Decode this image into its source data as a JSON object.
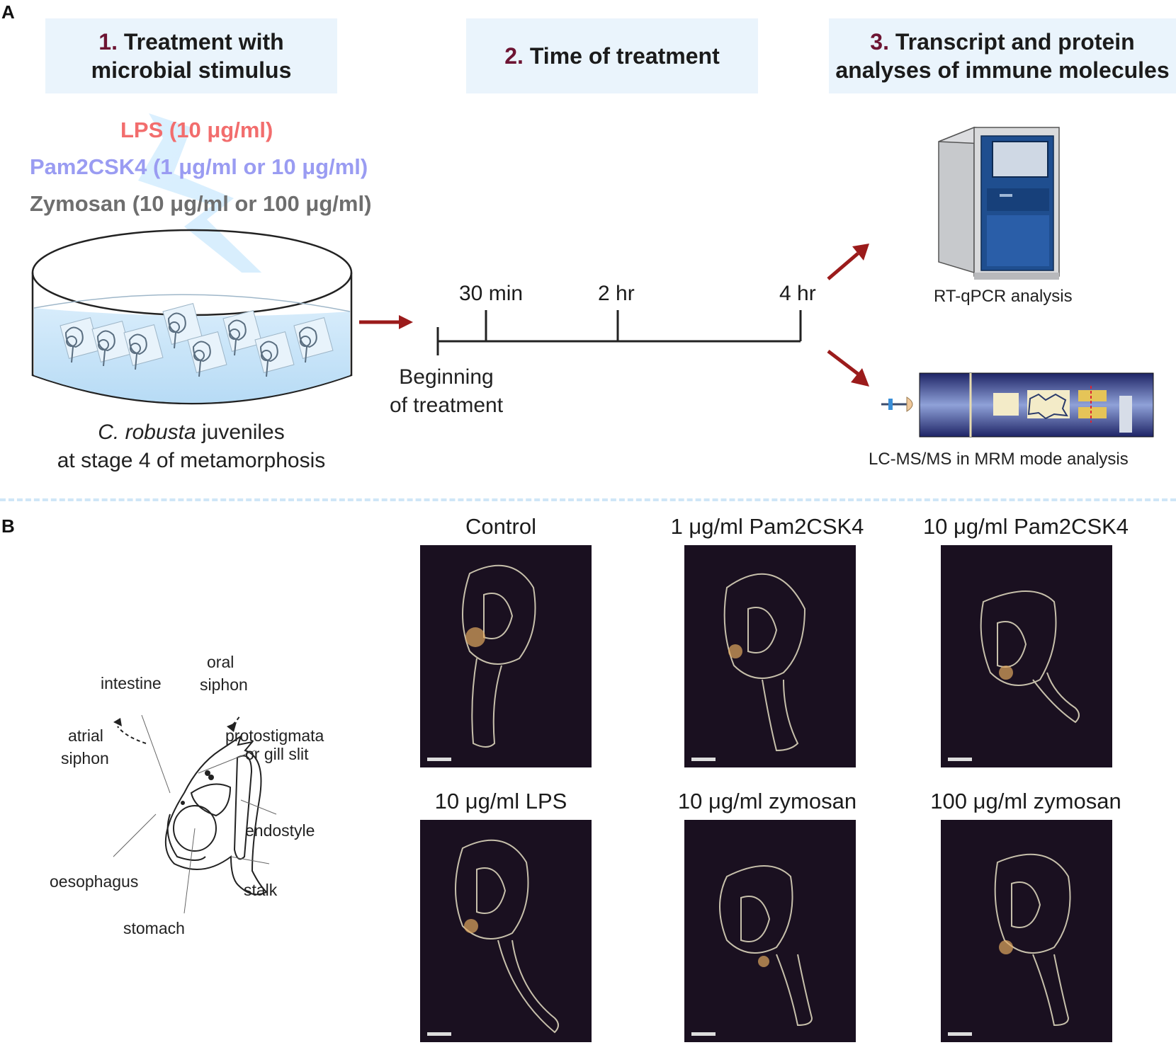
{
  "panels": {
    "a": "A",
    "b": "B"
  },
  "steps": [
    {
      "num": "1.",
      "text_line1": "Treatment with",
      "text_line2": "microbial stimulus"
    },
    {
      "num": "2.",
      "text_line1": "Time of treatment",
      "text_line2": ""
    },
    {
      "num": "3.",
      "text_line1": "Transcript and protein",
      "text_line2": "analyses of immune molecules"
    }
  ],
  "stimuli": [
    {
      "label": "LPS (10 μg/ml)",
      "color": "#f26d6d"
    },
    {
      "label": "Pam2CSK4 (1 μg/ml or 10 μg/ml)",
      "color": "#9a9cf2"
    },
    {
      "label": "Zymosan (10 μg/ml or 100 μg/ml)",
      "color": "#6e6e6e"
    }
  ],
  "dish_caption": {
    "species": "C. robusta",
    "line1_rest": " juveniles",
    "line2": "at stage 4 of metamorphosis"
  },
  "timeline": {
    "start_line1": "Beginning",
    "start_line2": "of treatment",
    "ticks": [
      "30 min",
      "2 hr",
      "4 hr"
    ]
  },
  "analyses": {
    "qpcr": "RT-qPCR analysis",
    "lcms": "LC-MS/MS in MRM mode analysis"
  },
  "anatomy": {
    "oral_siphon_1": "oral",
    "oral_siphon_2": "siphon",
    "intestine": "intestine",
    "atrial_1": "atrial",
    "atrial_2": "siphon",
    "proto_1": "protostigmata",
    "proto_2": "or gill slit",
    "endostyle": "endostyle",
    "oesophagus": "oesophagus",
    "stalk": "stalk",
    "stomach": "stomach"
  },
  "photos": [
    {
      "title": "Control"
    },
    {
      "title": "1 μg/ml Pam2CSK4"
    },
    {
      "title": "10 μg/ml Pam2CSK4"
    },
    {
      "title": "10 μg/ml LPS"
    },
    {
      "title": "10 μg/ml zymosan"
    },
    {
      "title": "100 μg/ml zymosan"
    }
  ],
  "colors": {
    "arrow": "#9b1b1b",
    "step_box": "#eaf4fc",
    "step_num": "#6d1433",
    "dish_water": "#cde6f8"
  }
}
